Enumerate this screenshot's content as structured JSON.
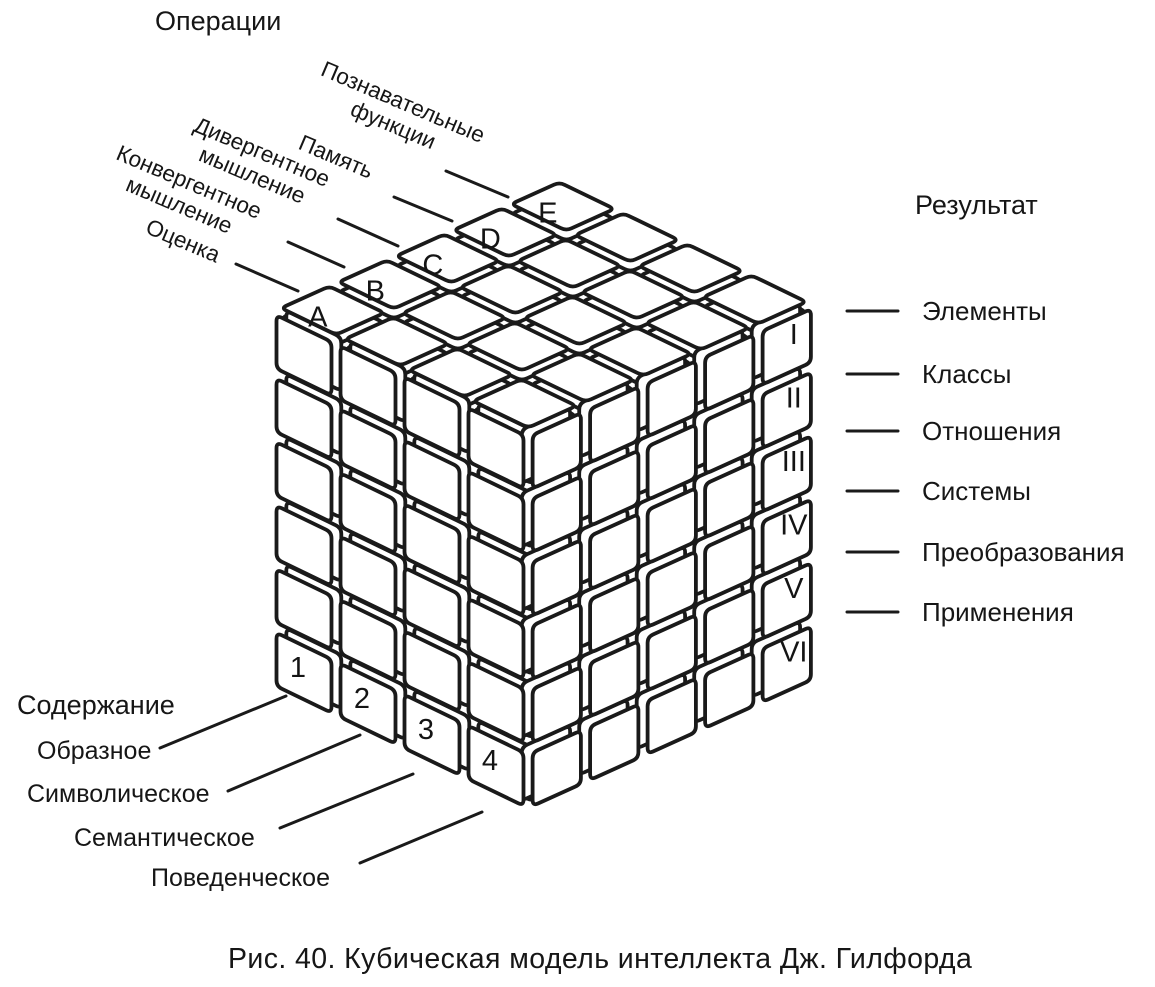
{
  "headers": {
    "operations": "Операции",
    "result": "Результат",
    "content": "Содержание"
  },
  "operations": [
    {
      "label": "Познавательные\nфункции",
      "cell": "E"
    },
    {
      "label": "Память",
      "cell": "D"
    },
    {
      "label": "Дивергентное\nмышление",
      "cell": "C"
    },
    {
      "label": "Конвергентное\nмышление",
      "cell": "B"
    },
    {
      "label": "Оценка",
      "cell": "A"
    }
  ],
  "products": [
    {
      "numeral": "I",
      "label": "Элементы"
    },
    {
      "numeral": "II",
      "label": "Классы"
    },
    {
      "numeral": "III",
      "label": "Отношения"
    },
    {
      "numeral": "IV",
      "label": "Системы"
    },
    {
      "numeral": "V",
      "label": "Преобразования"
    },
    {
      "numeral": "VI",
      "label": "Применения"
    }
  ],
  "contents": [
    {
      "number": "1",
      "label": "Образное"
    },
    {
      "number": "2",
      "label": "Символическое"
    },
    {
      "number": "3",
      "label": "Семантическое"
    },
    {
      "number": "4",
      "label": "Поведенческое"
    }
  ],
  "cube": {
    "top_letters": [
      "A",
      "B",
      "C",
      "D",
      "E"
    ],
    "side_numerals": [
      "I",
      "II",
      "III",
      "IV",
      "V",
      "VI"
    ],
    "front_numbers": [
      "1",
      "2",
      "3",
      "4"
    ],
    "dims": {
      "contents": 4,
      "operations": 5,
      "products": 6
    }
  },
  "caption": "Рис. 40. Кубическая модель интеллекта Дж. Гилфорда",
  "ink_color": "#1a1a1a",
  "background_color": "#ffffff"
}
